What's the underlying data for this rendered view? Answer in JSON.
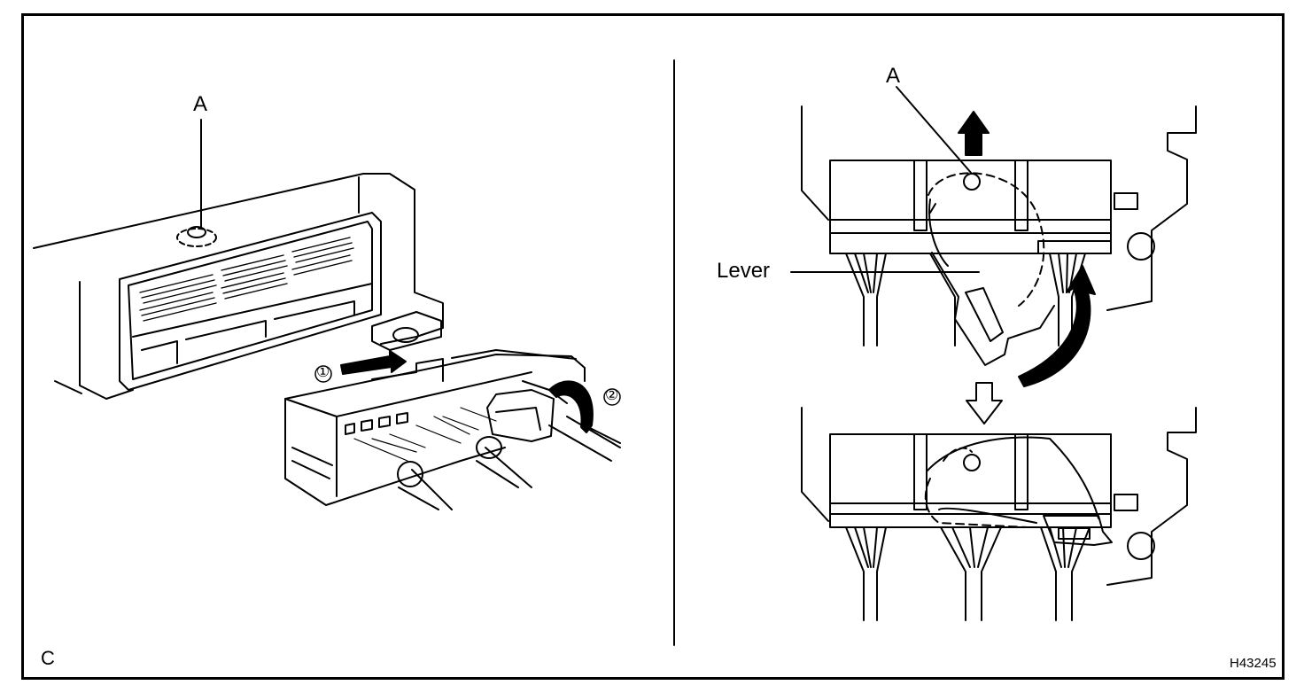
{
  "figure": {
    "left_panel": {
      "label_a": "A",
      "step1": "①",
      "step2": "②"
    },
    "right_panel": {
      "label_a": "A",
      "lever_label": "Lever"
    },
    "corner_code": "C",
    "figure_id": "H43245"
  }
}
